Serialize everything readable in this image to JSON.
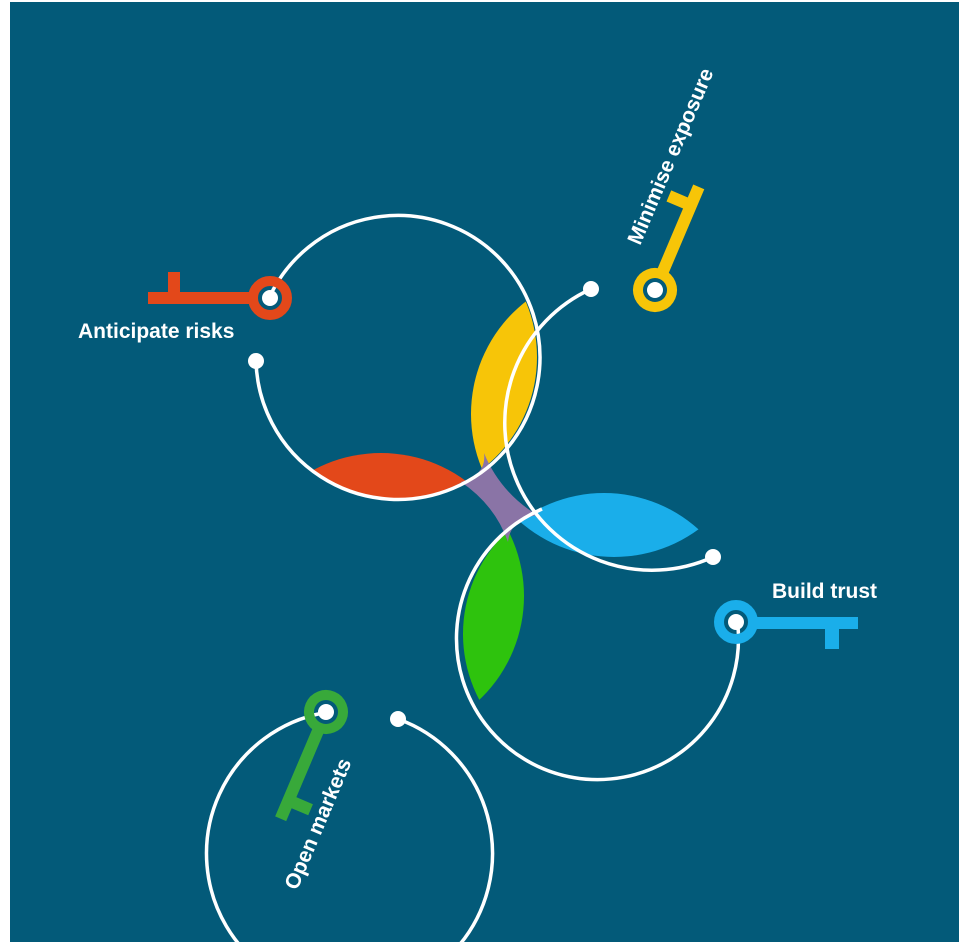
{
  "diagram": {
    "background_color": "#035A79",
    "ring_color": "#FFFFFF",
    "center_overlap_color": "#8A74A6",
    "keys": [
      {
        "id": "anticipate",
        "label": "Anticipate risks",
        "color": "#E3481A",
        "icon": "key-icon"
      },
      {
        "id": "minimise",
        "label": "Minimise exposure",
        "color": "#F7C508",
        "icon": "key-icon"
      },
      {
        "id": "trust",
        "label": "Build trust",
        "color": "#1AAEEA",
        "icon": "key-icon"
      },
      {
        "id": "markets",
        "label": "Open markets",
        "color": "#38A93A",
        "icon": "key-icon"
      }
    ],
    "overlap_colors": {
      "top": "#F7C508",
      "left": "#E3481A",
      "right": "#1AAEEA",
      "bottom": "#2EC30D"
    }
  }
}
